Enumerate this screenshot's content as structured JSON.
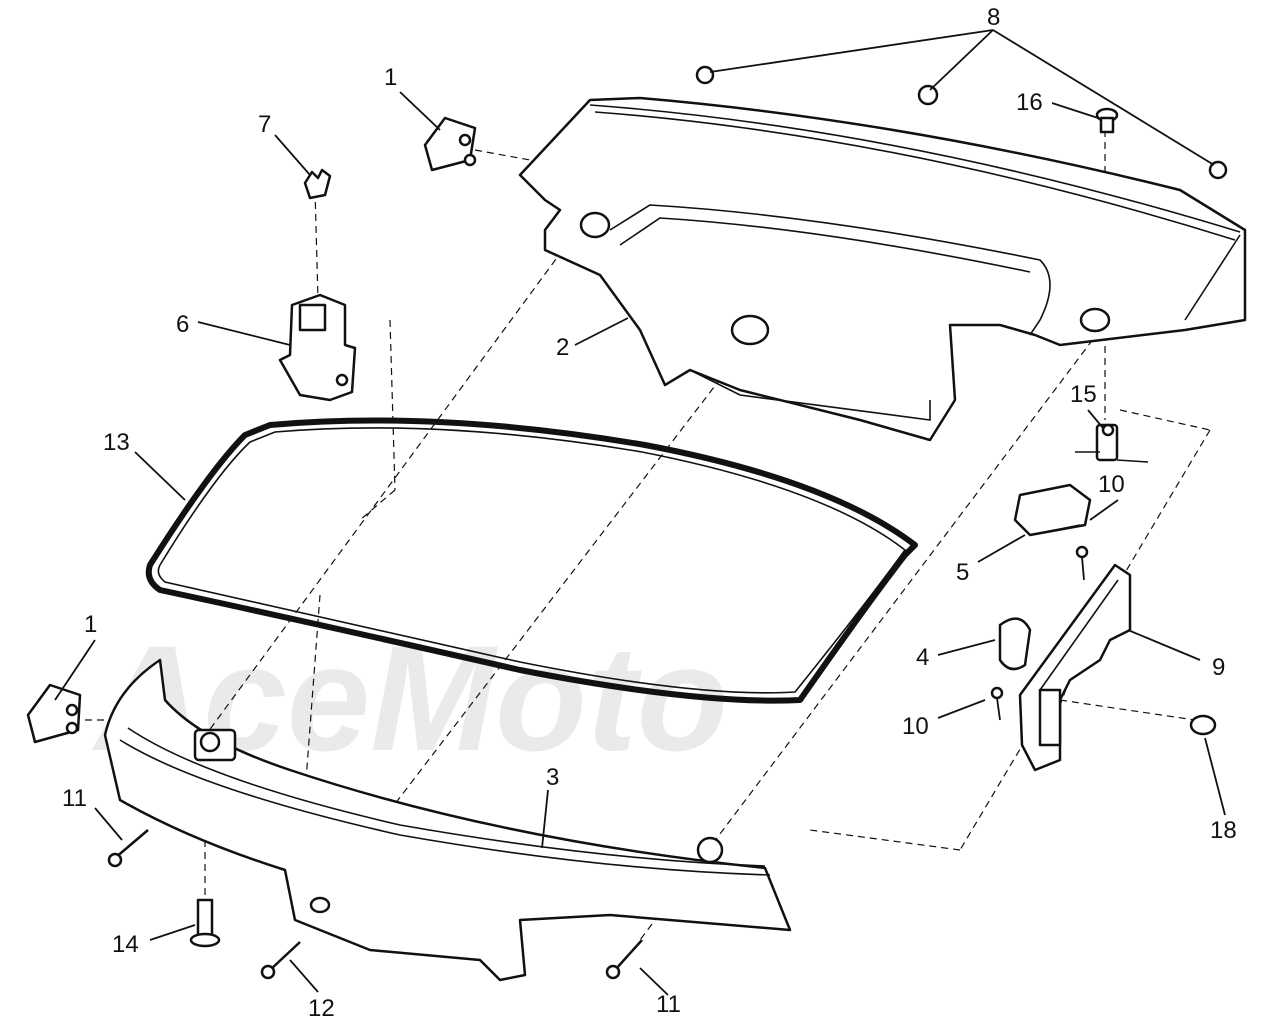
{
  "diagram": {
    "watermark": "AceMoto",
    "callouts": [
      {
        "id": "c1a",
        "label": "1"
      },
      {
        "id": "c1b",
        "label": "1"
      },
      {
        "id": "c2",
        "label": "2"
      },
      {
        "id": "c3",
        "label": "3"
      },
      {
        "id": "c4",
        "label": "4"
      },
      {
        "id": "c5",
        "label": "5"
      },
      {
        "id": "c6",
        "label": "6"
      },
      {
        "id": "c7",
        "label": "7"
      },
      {
        "id": "c8",
        "label": "8"
      },
      {
        "id": "c9",
        "label": "9"
      },
      {
        "id": "c10a",
        "label": "10"
      },
      {
        "id": "c10b",
        "label": "10"
      },
      {
        "id": "c11a",
        "label": "11"
      },
      {
        "id": "c11b",
        "label": "11"
      },
      {
        "id": "c12",
        "label": "12"
      },
      {
        "id": "c13",
        "label": "13"
      },
      {
        "id": "c14",
        "label": "14"
      },
      {
        "id": "c15",
        "label": "15"
      },
      {
        "id": "c16",
        "label": "16"
      },
      {
        "id": "c18",
        "label": "18"
      }
    ]
  }
}
